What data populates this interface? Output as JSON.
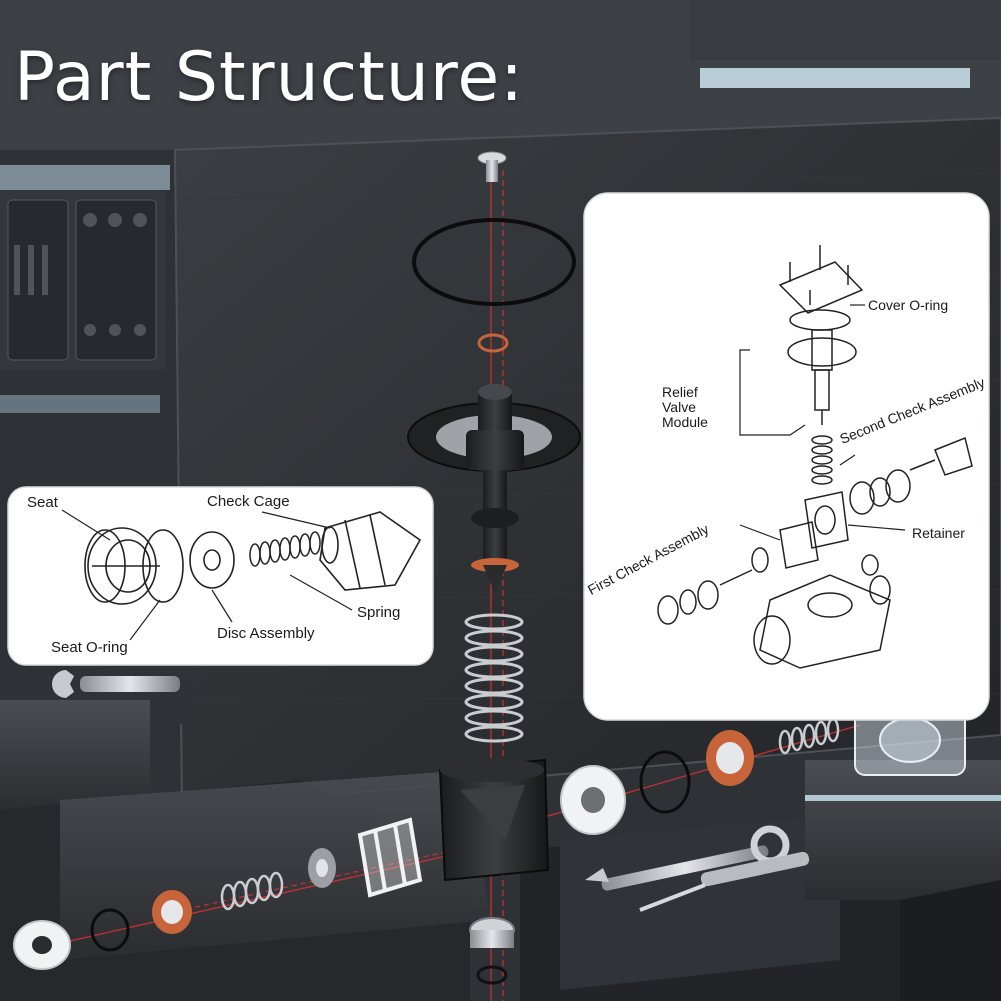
{
  "title": "Part Structure:",
  "left_callout": {
    "labels": {
      "seat": "Seat",
      "check_cage": "Check Cage",
      "spring": "Spring",
      "disc_assembly": "Disc Assembly",
      "seat_o_ring": "Seat O-ring"
    }
  },
  "right_callout": {
    "labels": {
      "cover_o_ring": "Cover O-ring",
      "relief_valve_module_1": "Relief",
      "relief_valve_module_2": "Valve",
      "relief_valve_module_3": "Module",
      "second_check_assembly": "Second Check Assembly",
      "retainer": "Retainer",
      "first_check_assembly": "First Check Assembly"
    }
  },
  "colors": {
    "laser": "#e03030",
    "panel": "#2c2e31",
    "card": "#ffffff",
    "orange_ring": "#c8643a"
  }
}
